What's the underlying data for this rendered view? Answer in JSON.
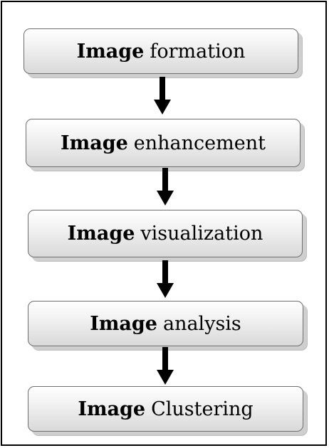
{
  "steps": [
    {
      "bold": "Image",
      "rest": "formation"
    },
    {
      "bold": "Image",
      "rest": "enhancement"
    },
    {
      "bold": "Image",
      "rest": "visualization"
    },
    {
      "bold": "Image",
      "rest": "analysis"
    },
    {
      "bold": "Image",
      "rest": "Clustering"
    }
  ],
  "colors": {
    "border": "#000000",
    "box_border": "#6e6e6e",
    "arrow": "#000000"
  }
}
